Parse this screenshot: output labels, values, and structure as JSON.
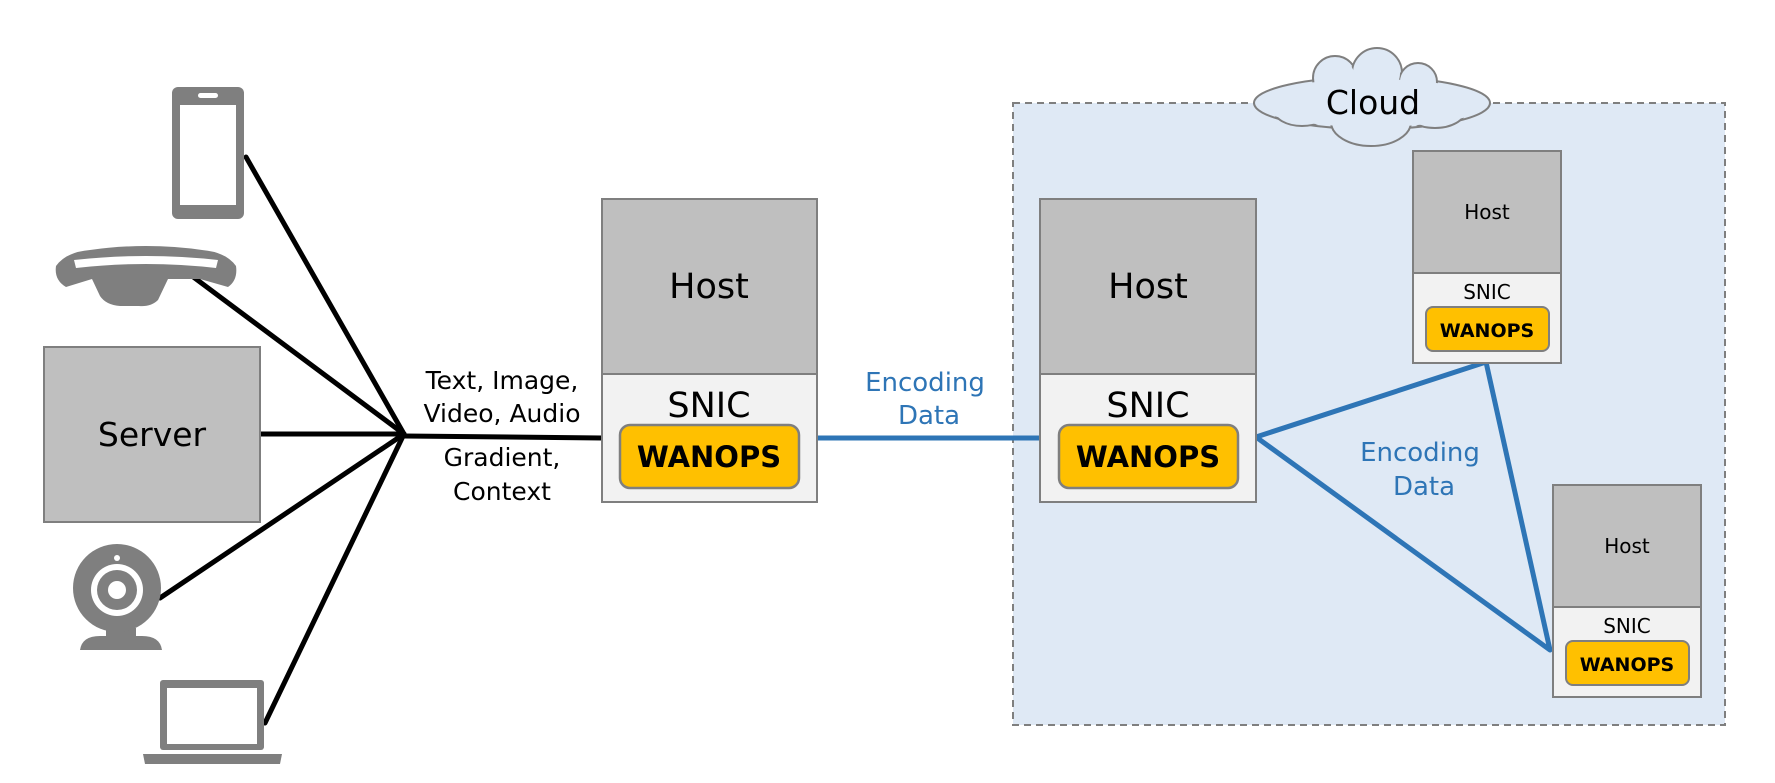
{
  "server": {
    "label": "Server"
  },
  "data_types": {
    "line1": "Text, Image,",
    "line2": "Video, Audio",
    "line3": "Gradient,",
    "line4": "Context"
  },
  "edge_host": {
    "host_label": "Host",
    "snic_label": "SNIC",
    "wanops_label": "WANOPS"
  },
  "link_label": {
    "line1": "Encoding",
    "line2": "Data"
  },
  "cloud": {
    "label": "Cloud",
    "main_host": {
      "host_label": "Host",
      "snic_label": "SNIC",
      "wanops_label": "WANOPS"
    },
    "peer_host_1": {
      "host_label": "Host",
      "snic_label": "SNIC",
      "wanops_label": "WANOPS"
    },
    "peer_host_2": {
      "host_label": "Host",
      "snic_label": "SNIC",
      "wanops_label": "WANOPS"
    },
    "link_label": {
      "line1": "Encoding",
      "line2": "Data"
    }
  },
  "icons": [
    "smartphone-icon",
    "vr-headset-icon",
    "webcam-icon",
    "laptop-icon"
  ],
  "colors": {
    "host_fill": "#bfbfbf",
    "snic_fill": "#f2f2f2",
    "box_stroke": "#7f7f7f",
    "wanops_fill": "#ffc000",
    "cloud_region_fill": "#dfe9f5",
    "encoding_link": "#2e75b6",
    "device_gray": "#7f7f7f"
  }
}
